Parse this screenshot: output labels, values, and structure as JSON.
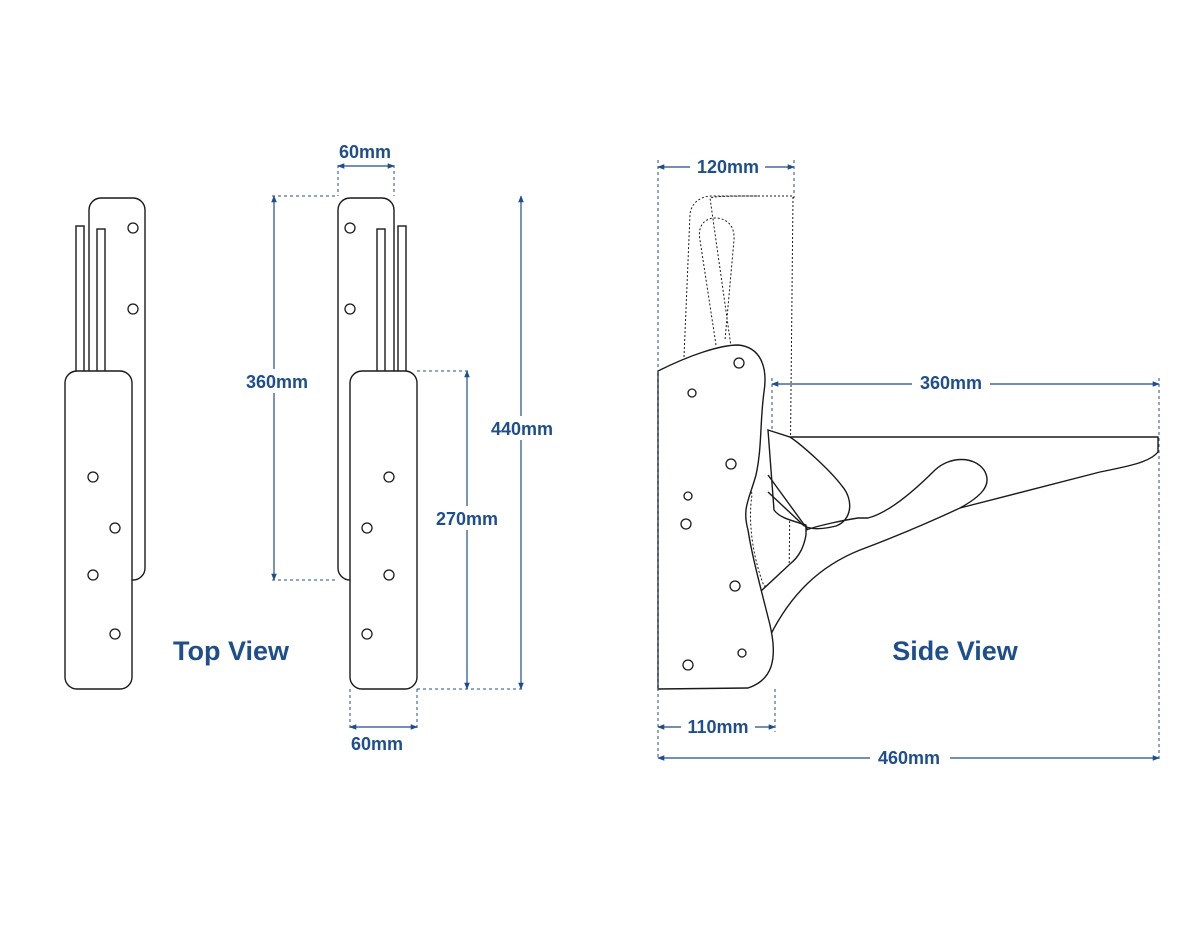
{
  "colors": {
    "dimension": "#1f4e8c",
    "outline": "#1a1a1a",
    "background": "#ffffff"
  },
  "views": {
    "top_view_label": "Top View",
    "side_view_label": "Side View"
  },
  "dimensions": {
    "top_width_upper": "60mm",
    "top_width_lower": "60mm",
    "top_depth_folded": "360mm",
    "top_depth_lower": "270mm",
    "top_depth_total": "440mm",
    "side_folded_depth": "120mm",
    "side_extension": "360mm",
    "side_bracket_depth": "110mm",
    "side_total": "460mm"
  }
}
